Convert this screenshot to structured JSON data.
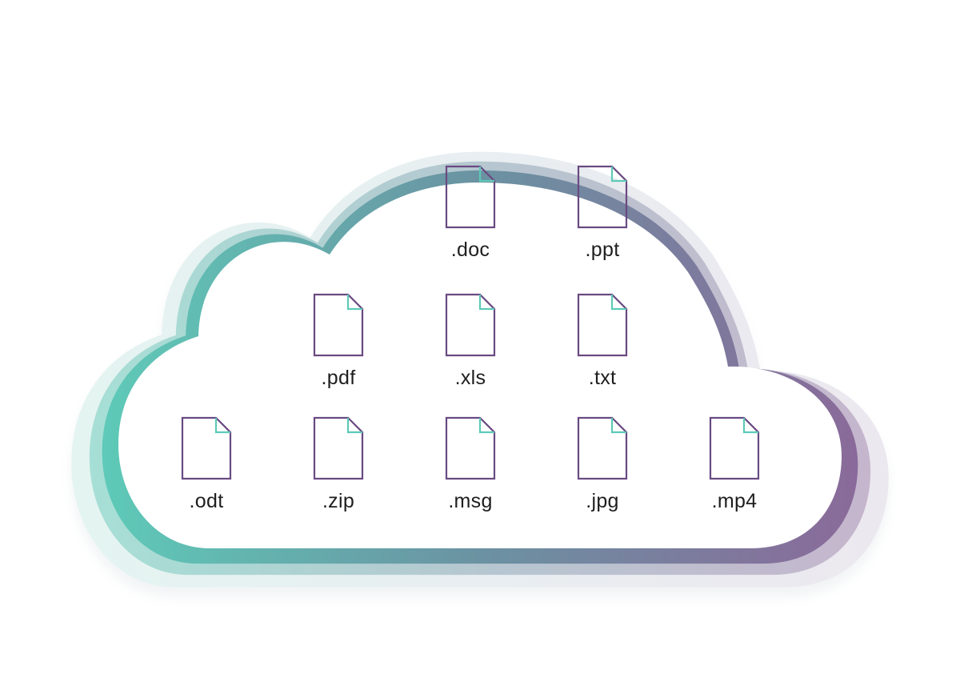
{
  "colors": {
    "gradient_start": "#5ecab8",
    "gradient_end": "#8a6a9a",
    "file_outline": "#6a4a82",
    "file_corner": "#5ecab8",
    "label_text": "#1e1e1e"
  },
  "files": [
    {
      "label": ".doc",
      "icon": "file-icon"
    },
    {
      "label": ".ppt",
      "icon": "file-icon"
    },
    {
      "label": ".pdf",
      "icon": "file-icon"
    },
    {
      "label": ".xls",
      "icon": "file-icon"
    },
    {
      "label": ".txt",
      "icon": "file-icon"
    },
    {
      "label": ".odt",
      "icon": "file-icon"
    },
    {
      "label": ".zip",
      "icon": "file-icon"
    },
    {
      "label": ".msg",
      "icon": "file-icon"
    },
    {
      "label": ".jpg",
      "icon": "file-icon"
    },
    {
      "label": ".mp4",
      "icon": "file-icon"
    }
  ]
}
